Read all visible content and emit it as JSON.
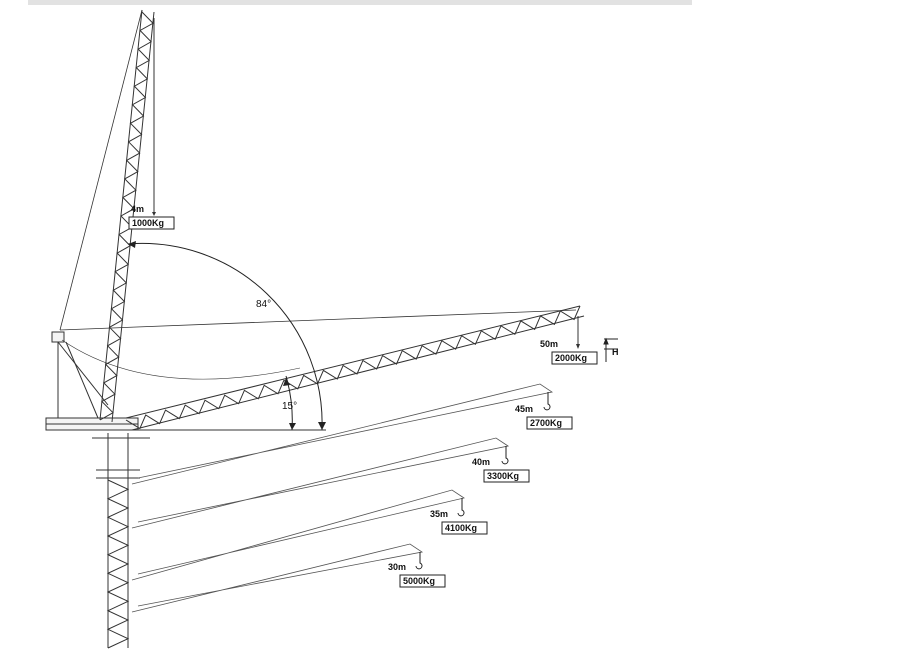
{
  "angles": {
    "max": "84°",
    "min": "15°"
  },
  "height_marker": "H",
  "load_points": [
    {
      "radius": "4m",
      "load": "1000Kg"
    },
    {
      "radius": "50m",
      "load": "2000Kg"
    },
    {
      "radius": "45m",
      "load": "2700Kg"
    },
    {
      "radius": "40m",
      "load": "3300Kg"
    },
    {
      "radius": "35m",
      "load": "4100Kg"
    },
    {
      "radius": "30m",
      "load": "5000Kg"
    }
  ]
}
